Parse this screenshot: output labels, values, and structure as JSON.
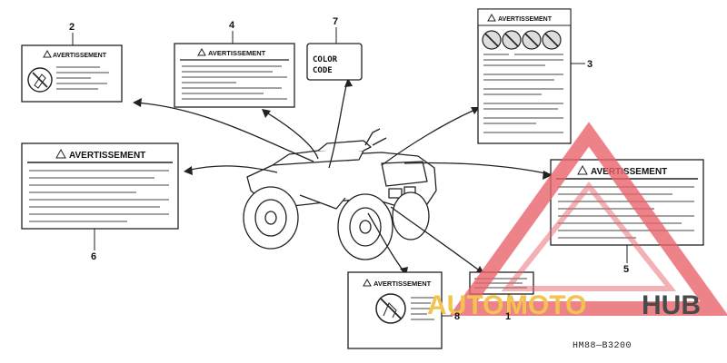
{
  "labels": {
    "warning_title": "AVERTISSEMENT",
    "color_code_line1": "COLOR",
    "color_code_line2": "CODE"
  },
  "callouts": [
    "1",
    "2",
    "3",
    "4",
    "5",
    "6",
    "7",
    "8"
  ],
  "part_code": "HM88—В3200",
  "watermark": {
    "text_auto": "AUTO",
    "text_moto": "MOTO",
    "text_hub": "HUB",
    "color_triangle": "#e8636b",
    "color_auto": "#f2c44f",
    "color_moto": "#f2c44f",
    "color_hub": "#4a4a4a"
  }
}
